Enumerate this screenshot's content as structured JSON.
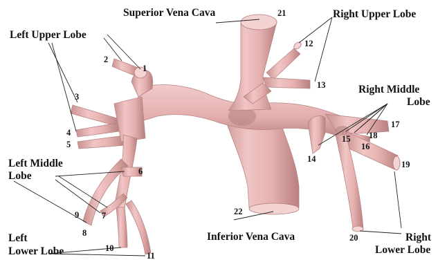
{
  "labels": {
    "superior_vena_cava": "Superior Vena Cava",
    "right_upper_lobe": "Right Upper Lobe",
    "left_upper_lobe": "Left Upper Lobe",
    "right_middle_lobe_1": "Right Middle",
    "right_middle_lobe_2": "Lobe",
    "left_middle_lobe_1": "Left Middle",
    "left_middle_lobe_2": "Lobe",
    "left_lower_lobe_1": "Left",
    "left_lower_lobe_2": "Lower Lobe",
    "inferior_vena_cava": "Inferior Vena Cava",
    "right_lower_lobe_1": "Right",
    "right_lower_lobe_2": "Lower Lobe"
  },
  "numbers": {
    "n1": "1",
    "n2": "2",
    "n3": "3",
    "n4": "4",
    "n5": "5",
    "n6": "6",
    "n7": "7",
    "n8": "8",
    "n9": "9",
    "n10": "10",
    "n11": "11",
    "n12": "12",
    "n13": "13",
    "n14": "14",
    "n15": "15",
    "n16": "16",
    "n17": "17",
    "n18": "18",
    "n19": "19",
    "n20": "20",
    "n21": "21",
    "n22": "22"
  },
  "colors": {
    "vessel": "#e8b6b5",
    "vessel_shadow": "#b57f7f",
    "text": "#111111"
  }
}
